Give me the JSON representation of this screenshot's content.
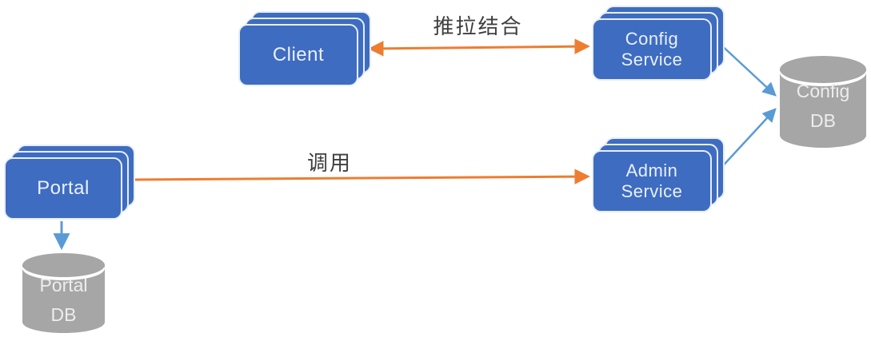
{
  "diagram": {
    "title": "config-center-architecture",
    "nodes": {
      "client": {
        "label": "Client",
        "type": "service-stack"
      },
      "config_service": {
        "label": "Config Service",
        "type": "service-stack"
      },
      "portal": {
        "label": "Portal",
        "type": "service-stack"
      },
      "admin_service": {
        "label": "Admin Service",
        "type": "service-stack"
      },
      "config_db": {
        "label": "Config DB",
        "type": "database-cylinder"
      },
      "portal_db": {
        "label": "Portal DB",
        "type": "database-cylinder"
      }
    },
    "edges": [
      {
        "from": "client",
        "to": "config_service",
        "label": "推拉结合",
        "direction": "bidirectional",
        "color": "#ED7D31"
      },
      {
        "from": "portal",
        "to": "admin_service",
        "label": "调用",
        "direction": "one-way",
        "color": "#ED7D31"
      },
      {
        "from": "config_service",
        "to": "config_db",
        "label": "",
        "direction": "one-way",
        "color": "#5B9BD5"
      },
      {
        "from": "admin_service",
        "to": "config_db",
        "label": "",
        "direction": "one-way",
        "color": "#5B9BD5"
      },
      {
        "from": "portal",
        "to": "portal_db",
        "label": "",
        "direction": "one-way",
        "color": "#5B9BD5"
      }
    ],
    "colors": {
      "node_fill": "#3E6CC0",
      "node_border": "#E7EEF9",
      "node_text": "#E9F0FB",
      "db_fill": "#A6A6A6",
      "db_text": "#EDEDED",
      "orange_arrow": "#ED7D31",
      "blue_arrow": "#5B9BD5",
      "label_text": "#3F3F3F",
      "background": "#FFFFFF"
    }
  }
}
